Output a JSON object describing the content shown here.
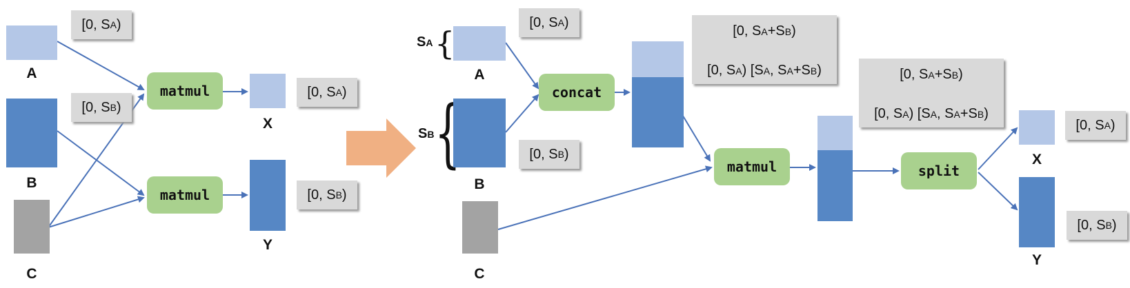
{
  "left": {
    "labels": {
      "a": "A",
      "b": "B",
      "c": "C",
      "x": "X",
      "y": "Y"
    },
    "ops": {
      "matmul_top": "matmul",
      "matmul_bottom": "matmul"
    },
    "ranges": {
      "a": "[0, SA)",
      "b": "[0, SB)",
      "x": "[0, SA)",
      "y": "[0, SB)"
    }
  },
  "right": {
    "labels": {
      "a": "A",
      "b": "B",
      "c": "C",
      "x": "X",
      "y": "Y"
    },
    "brace_labels": {
      "sa": "SA",
      "sb": "SB"
    },
    "ops": {
      "concat": "concat",
      "matmul": "matmul",
      "split": "split"
    },
    "ranges": {
      "a": "[0, SA)",
      "b": "[0, SB)",
      "x": "[0, SA)",
      "y": "[0, SB)",
      "concat_top": "[0, SA+SB)",
      "concat_bottom": "[0, SA) [SA, SA+SB)",
      "split_top": "[0, SA+SB)",
      "split_bottom": "[0, SA) [SA, SA+SB)"
    }
  },
  "colors": {
    "light_block": "#b4c7e7",
    "dark_block": "#5687c5",
    "grey_block": "#a3a3a3",
    "op": "#a9d18e",
    "arrow": "#4a72b8",
    "transform_arrow": "#f0b083",
    "range_box": "#d9d9d9"
  }
}
